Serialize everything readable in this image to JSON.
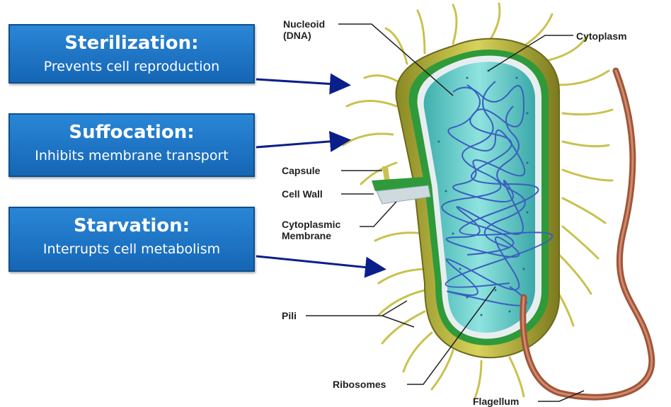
{
  "treatments": [
    {
      "title": "Sterilization:",
      "description": "Prevents cell reproduction"
    },
    {
      "title": "Suffocation:",
      "description": "Inhibits membrane transport"
    },
    {
      "title": "Starvation:",
      "description": "Interrupts cell metabolism"
    }
  ],
  "labels": {
    "nucleoid": "Nucleoid",
    "nucleoid_sub": "(DNA)",
    "cytoplasm": "Cytoplasm",
    "capsule": "Capsule",
    "cell_wall": "Cell Wall",
    "cytoplasmic": "Cytoplasmic",
    "membrane": "Membrane",
    "pili": "Pili",
    "ribosomes": "Ribosomes",
    "flagellum": "Flagellum"
  },
  "colors": {
    "box_fill": "#1f78c9",
    "arrow": "#0a1f8a",
    "capsule": "#c7c24a",
    "cell_wall": "#2f9a3a",
    "cytoplasm": "#55c9c6",
    "dna": "#3a5fbf",
    "flagellum": "#a0553a"
  }
}
